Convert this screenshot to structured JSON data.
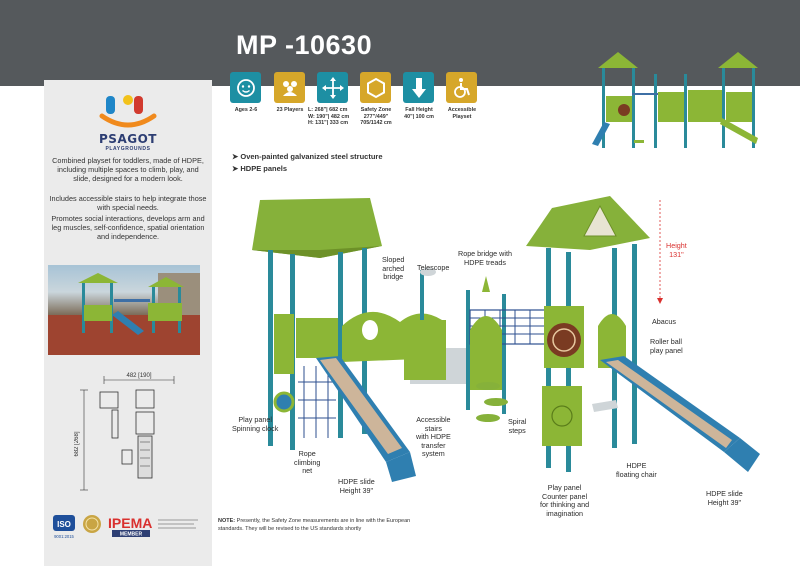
{
  "header": {
    "title": "MP -10630"
  },
  "brand": {
    "name": "PSAGOT",
    "tagline": "PLAYGROUNDS"
  },
  "sidebar": {
    "paragraphs": [
      "Combined playset for toddlers, made of HDPE, including multiple spaces to climb, play, and slide, designed for a modern look.",
      "Includes accessible stairs to help integrate those with special needs.",
      "Promotes social interactions, develops arm and leg muscles, self-confidence, spatial orientation and independence."
    ]
  },
  "schematic": {
    "width_label": "482 [190]",
    "depth_label": "682 [268]"
  },
  "specs": [
    {
      "icon": "child-face-icon",
      "color": "#1d8fa3",
      "caption": "Ages 2-6"
    },
    {
      "icon": "group-players-icon",
      "color": "#d6a72a",
      "caption": "23 Players"
    },
    {
      "icon": "dimensions-arrows-icon",
      "color": "#1d8fa3",
      "caption": "L: 268\"| 682 cm\nW: 190\"| 482 cm\nH: 131\"| 333 cm"
    },
    {
      "icon": "safety-zone-hexagon-icon",
      "color": "#d6a72a",
      "caption": "Safety Zone\n277\"/449\"\n705/1142 cm"
    },
    {
      "icon": "fall-height-arrow-icon",
      "color": "#1d8fa3",
      "caption": "Fall Height\n40\"| 100 cm"
    },
    {
      "icon": "wheelchair-icon",
      "color": "#d6a72a",
      "caption": "Accessible\nPlayset"
    }
  ],
  "features": [
    "Oven-painted galvanized steel structure",
    "HDPE panels"
  ],
  "callouts": {
    "sloped_bridge": "Sloped\narched\nbridge",
    "telescope": "Telescope",
    "rope_bridge": "Rope bridge with\nHDPE treads",
    "height": "Height\n131\"",
    "abacus": "Abacus",
    "roller_ball": "Roller ball\nplay panel",
    "spinning_clock": "Play panel\nSpinning clock",
    "rope_net": "Rope\nclimbing\nnet",
    "accessible_stairs": "Accessible\nstairs\nwith HDPE\ntransfer\nsystem",
    "spiral_steps": "Spiral\nsteps",
    "slide_left": "HDPE slide\nHeight 39\"",
    "floating_chair": "HDPE\nfloating chair",
    "counter_panel": "Play panel\nCounter panel\nfor thinking and\nimagination",
    "slide_right": "HDPE slide\nHeight 39\""
  },
  "note": {
    "prefix": "NOTE:",
    "text": " Presently, the Safety Zone measurements are in line with the European standards. They will be revised to the US standards shortly"
  },
  "certifications": {
    "iso_label": "ISO",
    "iso_number": "9001:2015",
    "ipema_label": "IPEMA",
    "ipema_member": "MEMBER"
  },
  "colors": {
    "green": "#8cb636",
    "teal": "#2a8a9a",
    "blue_slide": "#2f7fb0",
    "gold": "#d6a72a",
    "header": "#55595c"
  }
}
